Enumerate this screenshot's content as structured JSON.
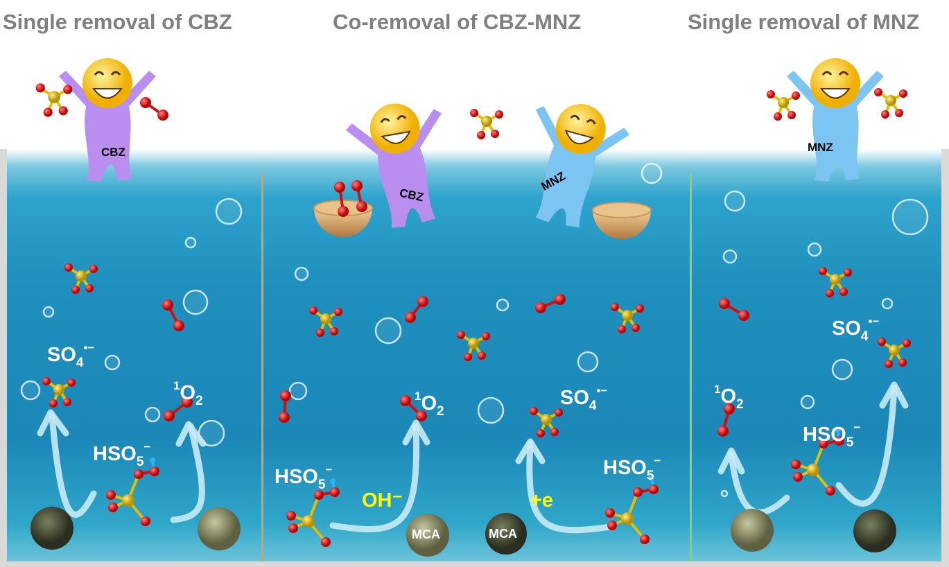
{
  "titles": {
    "left": "Single removal of CBZ",
    "center": "Co-removal of CBZ-MNZ",
    "right": "Single removal of MNZ"
  },
  "species": {
    "so4": {
      "base": "SO",
      "sub": "4",
      "sup": "•−"
    },
    "o2": {
      "pre": "1",
      "base": "O",
      "sub": "2"
    },
    "hso5": {
      "base": "HSO",
      "sub": "5",
      "sup": "−"
    }
  },
  "conditions": {
    "oh": "OH⁻",
    "electron": "+e"
  },
  "pollutants": {
    "cbz": "CBZ",
    "mnz": "MNZ"
  },
  "catalyst": "MCA",
  "colors": {
    "divider_left": "#e59a4d",
    "divider_right": "#9acd58",
    "title": "#808080",
    "oxygen": "#e01010",
    "sulfur": "#d4b000",
    "hydrogen": "#29b6f0",
    "cbz_body": "#b98ef0",
    "mnz_body": "#7cc4f2"
  }
}
